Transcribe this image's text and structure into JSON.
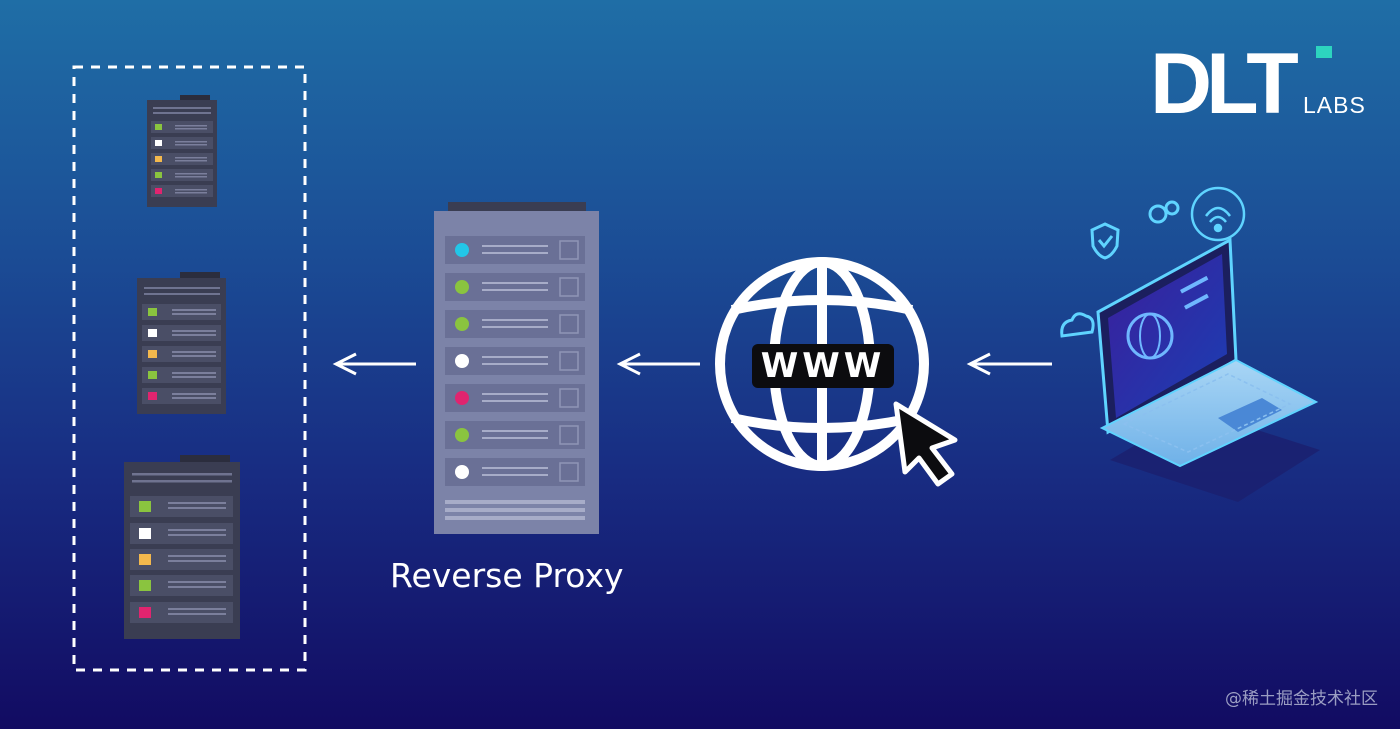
{
  "brand": {
    "logo_main": "DLT",
    "logo_sub": "LABS"
  },
  "labels": {
    "reverse_proxy": "Reverse Proxy",
    "www": "WWW"
  },
  "watermark": "@稀土掘金技术社区",
  "colors": {
    "indicator_cyan": "#22c6e8",
    "indicator_green": "#8ac43f",
    "indicator_white": "#ffffff",
    "indicator_yellow": "#f3b84d",
    "indicator_pink": "#e0246f",
    "proxy_body": "#7c83a8",
    "backend_body": "#3a3d52",
    "logo_accent": "#2dd4bf"
  },
  "icons": {
    "backend_servers": [
      "server-icon",
      "server-icon",
      "server-icon"
    ],
    "proxy": "server-icon",
    "internet": "globe-icon",
    "pointer": "cursor-icon",
    "client": "laptop-icon"
  }
}
